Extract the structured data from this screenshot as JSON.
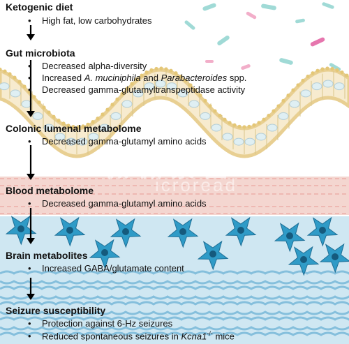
{
  "sections": [
    {
      "title": "Ketogenic diet",
      "items": [
        "High fat, low carbohydrates"
      ]
    },
    {
      "title": "Gut microbiota",
      "items": [
        "Decreased alpha-diversity",
        {
          "parts": [
            {
              "t": "Increased ",
              "i": false
            },
            {
              "t": "A. muciniphila",
              "i": true
            },
            {
              "t": " and ",
              "i": false
            },
            {
              "t": "Parabacteroides",
              "i": true
            },
            {
              "t": " spp.",
              "i": false
            }
          ]
        },
        "Decreased gamma-glutamyltranspeptidase activity"
      ]
    },
    {
      "title": "Colonic lumenal metabolome",
      "items": [
        "Decreased gamma-glutamyl amino acids"
      ]
    },
    {
      "title": "Blood metabolome",
      "items": [
        "Decreased gamma-glutamyl amino acids"
      ]
    },
    {
      "title": "Brain metabolites",
      "items": [
        "Increased GABA/glutamate content"
      ]
    },
    {
      "title": "Seizure susceptibility",
      "items": [
        "Protection against 6-Hz seizures",
        {
          "parts": [
            {
              "t": "Reduced spontaneous seizures in ",
              "i": false
            },
            {
              "t": "Kcna1",
              "i": true
            },
            {
              "t": "-/-",
              "i": false,
              "sup": true
            },
            {
              "t": " mice",
              "i": false
            }
          ]
        }
      ]
    }
  ],
  "bullet": "•",
  "watermark": {
    "cn": "微 微 景 图",
    "en": "icroread"
  },
  "colors": {
    "tissue": "#e8cf92",
    "cell_fill": "#f7ebcf",
    "nucleus": "#dfeff3",
    "blood_band": "#f4d6d0",
    "blood_line": "#e9a7a0",
    "brain_bg": "#cfe7f2",
    "neuron": "#2f9bc7",
    "fiber": "#2a8fc0",
    "arrow": "#000000"
  }
}
